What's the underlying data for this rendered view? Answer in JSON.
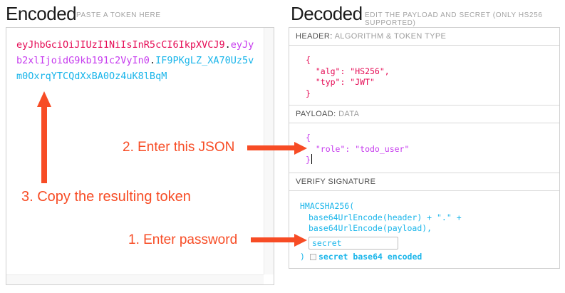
{
  "encoded": {
    "title": "Encoded",
    "subtitle": "PASTE A TOKEN HERE",
    "token": {
      "header": "eyJhbGciOiJIUzI1NiIsInR5cCI6IkpXVCJ9",
      "separator": ".",
      "payload": "eyJyb2xlIjoidG9kb191c2VyIn0",
      "signature": "IF9PKgLZ_XA70Uz5vm0OxrqYTCQdXxBA0Oz4uK8lBqM"
    }
  },
  "decoded": {
    "title": "Decoded",
    "subtitle": "EDIT THE PAYLOAD AND SECRET (ONLY HS256 SUPPORTED)",
    "header_section": {
      "label": "HEADER:",
      "description": "ALGORITHM & TOKEN TYPE",
      "code": "{\n  \"alg\": \"HS256\",\n  \"typ\": \"JWT\"\n}"
    },
    "payload_section": {
      "label": "PAYLOAD:",
      "description": "DATA",
      "code": "{\n  \"role\": \"todo_user\"\n}"
    },
    "signature_section": {
      "label": "VERIFY SIGNATURE",
      "function_line": "HMACSHA256(",
      "arg1": "base64UrlEncode(header) + \".\" +",
      "arg2": "base64UrlEncode(payload),",
      "secret_value": "secret",
      "closing_paren": ")",
      "checkbox_label": "secret base64 encoded",
      "checkbox_checked": false
    }
  },
  "annotations": {
    "step1": "1. Enter password",
    "step2": "2. Enter this JSON",
    "step3": "3. Copy the resulting token"
  },
  "colors": {
    "token_header": "#e50a54",
    "token_payload": "#c63bee",
    "token_signature": "#19b5ea",
    "annotation_accent": "#f74c25"
  }
}
